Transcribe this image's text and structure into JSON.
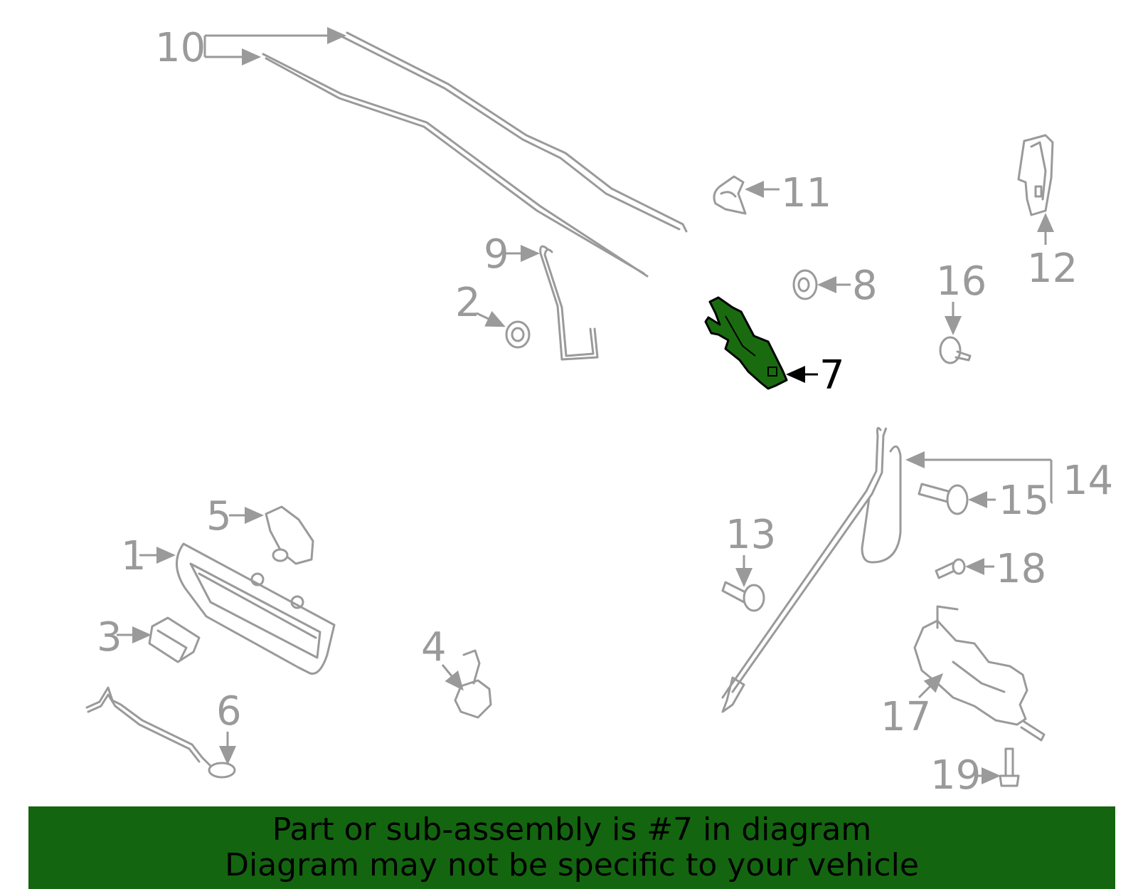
{
  "diagram": {
    "callouts": {
      "c1": "1",
      "c2": "2",
      "c3": "3",
      "c4": "4",
      "c5": "5",
      "c6": "6",
      "c7": "7",
      "c8": "8",
      "c9": "9",
      "c10": "10",
      "c11": "11",
      "c12": "12",
      "c13": "13",
      "c14": "14",
      "c15": "15",
      "c16": "16",
      "c17": "17",
      "c18": "18",
      "c19": "19"
    },
    "highlighted_part": "7",
    "colors": {
      "part_line": "#9a9a9a",
      "highlight": "#1a6b10",
      "banner": "#146510"
    }
  },
  "banner": {
    "line1": "Part or sub-assembly is #7 in diagram",
    "line2": "Diagram may not be specific to your vehicle"
  }
}
